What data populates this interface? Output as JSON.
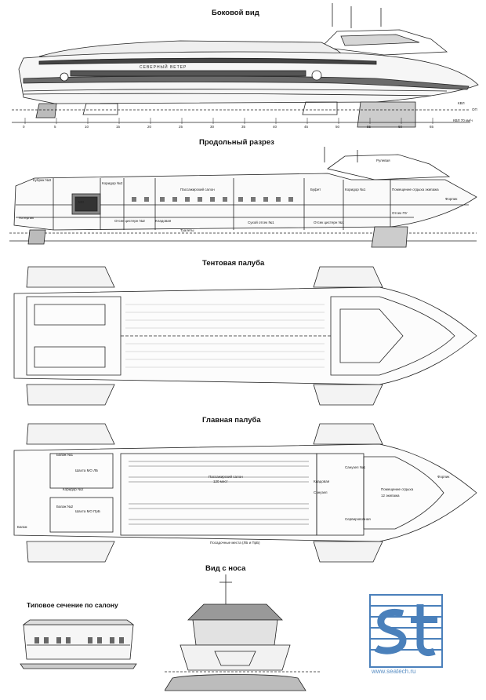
{
  "titles": {
    "side_view": "Боковой вид",
    "longitudinal_section": "Продольный разрез",
    "awning_deck": "Тентовая палуба",
    "main_deck": "Главная палуба",
    "bow_view": "Вид с носа",
    "typical_section": "Типовое сечение по салону"
  },
  "side_view": {
    "hull_name": "СЕВЕРНЫЙ ВЕТЕР",
    "frame_numbers": [
      "0",
      "5",
      "10",
      "15",
      "20",
      "25",
      "30",
      "35",
      "40",
      "45",
      "50",
      "55",
      "60",
      "65"
    ],
    "dwl_labels": [
      "КВЛ",
      "ОП",
      "КВЛ 70 км/ч"
    ]
  },
  "longitudinal_section": {
    "rooms": [
      "Кубрик №3",
      "Коридор №2",
      "Пассажирский салон",
      "Буфет",
      "Коридор №1",
      "Помещение отдыха экипажа",
      "Рулевая",
      "Форпик",
      "Отсек ПУ",
      "Отсек цистерн №2",
      "Кладовая",
      "Туалеты",
      "Сухой отсек №1",
      "Отсек цистерн №1",
      "Ахтерпик",
      "МО"
    ]
  },
  "main_deck": {
    "rooms": [
      "Пассажирский салон",
      "120 мест",
      "Багаж №1",
      "Коридор №2",
      "Шахта МО ЛБ",
      "Шахта МО ПрБ",
      "Багаж №2",
      "Багаж",
      "Санузел №1",
      "Санузел",
      "Помещение отдыха",
      "12 экипажа",
      "Сервировочная",
      "Форпик",
      "Кладовая",
      "Посадочные места (ЛБ и ПрБ)"
    ]
  },
  "logo": {
    "letters": "st",
    "url": "www.seatech.ru",
    "color": "#4a80bb"
  }
}
